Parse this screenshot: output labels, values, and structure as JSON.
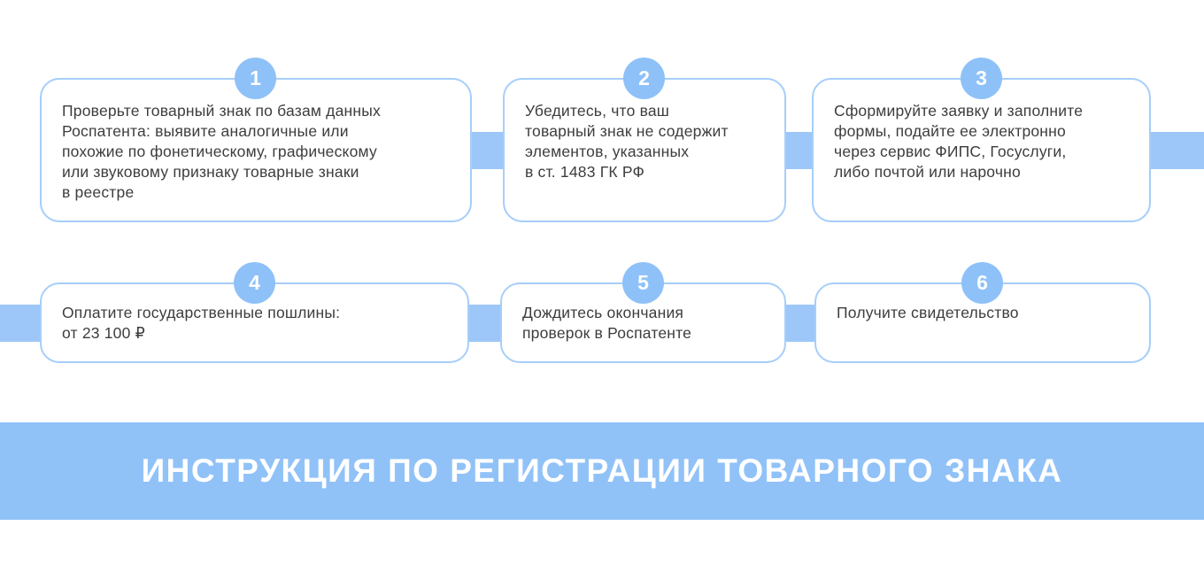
{
  "colors": {
    "card_border_blue": "#a6cefa",
    "badge_blue": "#8ec1f8",
    "connector_blue": "#9cc7f8",
    "banner_blue": "#90c2f8",
    "text_dark": "#3d3d3d",
    "text_white": "#ffffff"
  },
  "steps": [
    {
      "number": "1",
      "text": "Проверьте товарный знак по базам данных\nРоспатента: выявите аналогичные или\nпохожие по фонетическому, графическому\nили звуковому признаку товарные знаки\nв реестре"
    },
    {
      "number": "2",
      "text": "Убедитесь, что ваш\nтоварный знак не содержит\nэлементов, указанных\nв ст. 1483 ГК РФ"
    },
    {
      "number": "3",
      "text": "Сформируйте заявку и заполните\nформы, подайте ее электронно\nчерез сервис ФИПС, Госуслуги,\nлибо почтой или нарочно"
    },
    {
      "number": "4",
      "text": "Оплатите государственные пошлины:\nот 23 100 ₽"
    },
    {
      "number": "5",
      "text": "Дождитесь окончания\nпроверок в Роспатенте"
    },
    {
      "number": "6",
      "text": "Получите свидетельство"
    }
  ],
  "banner": {
    "title": "ИНСТРУКЦИЯ ПО РЕГИСТРАЦИИ ТОВАРНОГО ЗНАКА"
  }
}
